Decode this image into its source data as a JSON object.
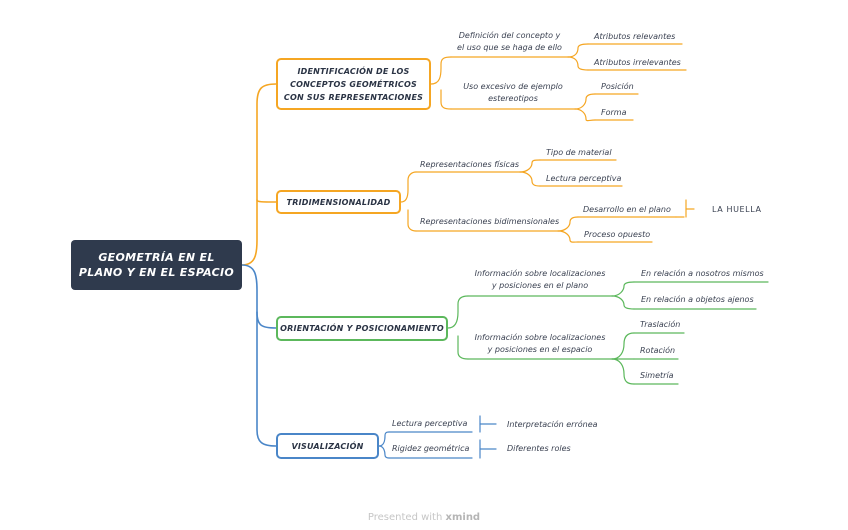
{
  "root": {
    "title": "GEOMETRÍA EN EL\nPLANO Y EN EL ESPACIO"
  },
  "colors": {
    "root_bg": "#2f3a4d",
    "orange": "#f5a623",
    "green": "#5cb85c",
    "blue": "#4a86c8"
  },
  "branches": {
    "identificacion": {
      "title": "IDENTIFICACIÓN DE LOS\nCONCEPTOS GEOMÉTRICOS\nCON SUS REPRESENTACIONES",
      "definicion": "Definición del concepto y\nel uso que se haga de ello",
      "attr_relevantes": "Atributos relevantes",
      "attr_irrelevantes": "Atributos irrelevantes",
      "uso_excesivo": "Uso excesivo de ejemplo\nestereotipos",
      "posicion": "Posición",
      "forma": "Forma"
    },
    "tridimensionalidad": {
      "title": "TRIDIMENSIONALIDAD",
      "rep_fisicas": "Representaciones físicas",
      "tipo_material": "Tipo de material",
      "lectura_perceptiva": "Lectura perceptiva",
      "rep_bidimensionales": "Representaciones bidimensionales",
      "desarrollo_plano": "Desarrollo en el plano",
      "la_huella": "LA HUELLA",
      "proceso_opuesto": "Proceso opuesto"
    },
    "orientacion": {
      "title": "ORIENTACIÓN Y POSICIONAMIENTO",
      "info_plano": "Información sobre localizaciones\ny posiciones en el plano",
      "relacion_nosotros": "En relación a nosotros mismos",
      "relacion_objetos": "En relación a objetos ajenos",
      "info_espacio": "Información sobre localizaciones\ny posiciones en el espacio",
      "traslacion": "Traslación",
      "rotacion": "Rotación",
      "simetria": "Simetría"
    },
    "visualizacion": {
      "title": "VISUALIZACIÓN",
      "lectura_perceptiva": "Lectura perceptiva",
      "interpretacion": "Interpretación errónea",
      "rigidez": "Rigidez geométrica",
      "diferentes_roles": "Diferentes roles"
    }
  },
  "footer": {
    "presented": "Presented with",
    "brand": "xmind"
  }
}
